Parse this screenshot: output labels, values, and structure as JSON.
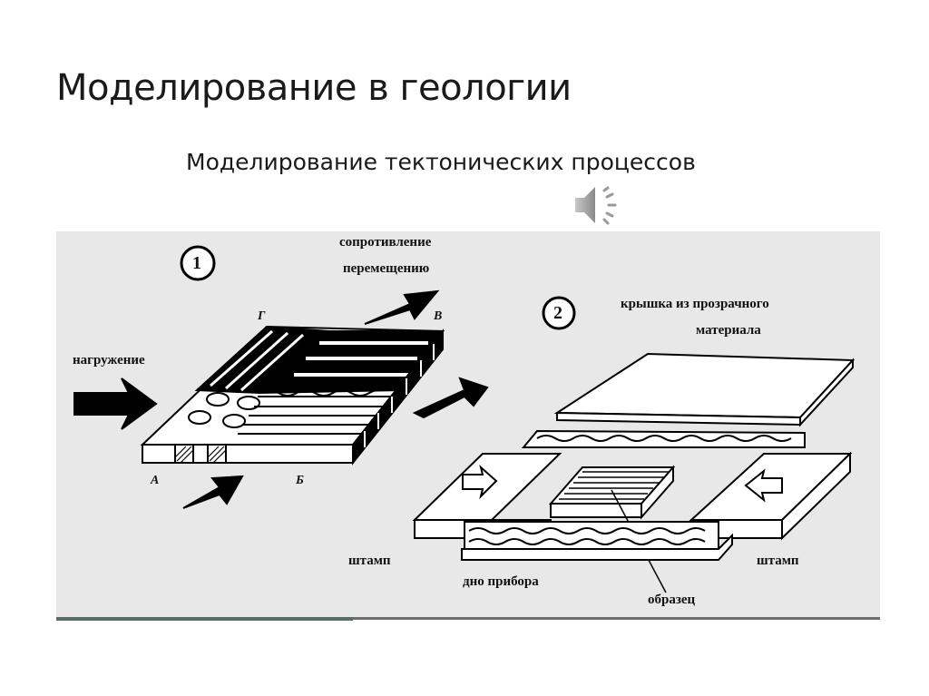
{
  "slide": {
    "title": "Моделирование в геологии",
    "subtitle": "Моделирование тектонических процессов",
    "audio_icon": "speaker-icon"
  },
  "figure": {
    "panel1": {
      "number": "1",
      "labels": {
        "resistance_line1": "сопротивление",
        "resistance_line2": "перемещению",
        "loading": "нагружение",
        "corner_a": "А",
        "corner_b": "Б",
        "corner_v": "В",
        "corner_g": "Г"
      }
    },
    "panel2": {
      "number": "2",
      "labels": {
        "lid_line1": "крышка из прозрачного",
        "lid_line2": "материала",
        "stamp_left": "штамп",
        "stamp_right": "штамп",
        "device_bottom": "дно прибора",
        "sample": "образец"
      }
    }
  },
  "playback": {
    "progress": 0.36
  }
}
